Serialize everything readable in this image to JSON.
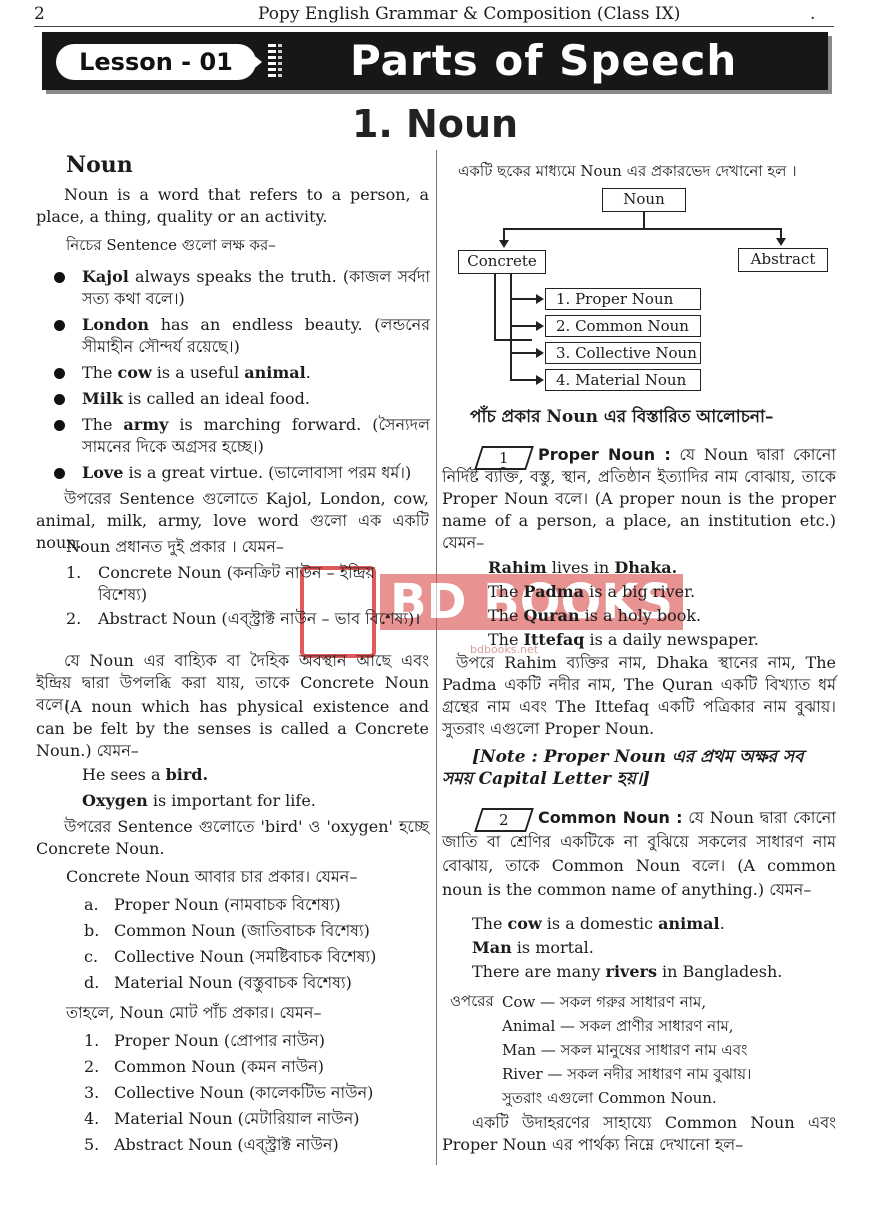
{
  "header": {
    "page_number": "2",
    "book_title": "Popy English Grammar & Composition (Class IX)",
    "dot": "."
  },
  "banner": {
    "lesson": "Lesson - 01",
    "title": "Parts of Speech"
  },
  "chapter_title": "1. Noun",
  "left": {
    "heading": "Noun",
    "definition": "Noun is a word that refers to a person, a place, a thing, quality or an activity.",
    "observe": "নিচের Sentence গুলো লক্ষ কর–",
    "bullets": [
      {
        "bold": "Kajol",
        "rest": " always speaks the truth. (কাজল সর্বদা সত্য কথা বলে।)"
      },
      {
        "bold": "London",
        "rest": " has an endless beauty. (লন্ডনের সীমাহীন সৌন্দর্য রয়েছে।)"
      },
      {
        "pre": "The ",
        "bold": "cow",
        "mid": " is a useful ",
        "bold2": "animal",
        "rest": "."
      },
      {
        "bold": "Milk",
        "rest": " is called an ideal food."
      },
      {
        "pre": "The ",
        "bold": "army",
        "rest": " is marching forward. (সৈন্যদল সামনের দিকে অগ্রসর হচ্ছে।)"
      },
      {
        "bold": "Love",
        "rest": " is a great virtue. (ভালোবাসা পরম ধর্ম।)"
      }
    ],
    "summary": "উপরের Sentence গুলোতে Kajol, London, cow, animal, milk, army, love word গুলো এক একটি noun.",
    "two_types": "Noun প্রধানত দুই প্রকার । যেমন–",
    "types": [
      {
        "num": "1.",
        "text": "Concrete Noun (কনক্রিট নাউন – ইন্দ্রিয় বিশেষ্য)"
      },
      {
        "num": "2.",
        "text": "Abstract Noun (এব্স্ট্রাক্ট নাউন – ভাব বিশেষ্য)।"
      }
    ],
    "concrete_bn": "যে Noun এর বাহ্যিক বা দৈহিক অবস্থান আছে এবং ইন্দ্রিয় দ্বারা উপলব্ধি করা যায়, তাকে Concrete Noun বলে।",
    "concrete_en": "(A noun which has physical existence and can be felt by the senses is called a Concrete Noun.) যেমন–",
    "ex1_pre": "He sees a ",
    "ex1_bold": "bird.",
    "ex2_bold": "Oxygen",
    "ex2_rest": " is important for life.",
    "ex_summary": "উপরের Sentence গুলোতে 'bird' ও 'oxygen' হচ্ছে Concrete Noun.",
    "four_types": "Concrete Noun আবার চার প্রকার। যেমন–",
    "concrete_types": [
      {
        "num": "a.",
        "text": "Proper Noun (নামবাচক বিশেষ্য)"
      },
      {
        "num": "b.",
        "text": "Common Noun (জাতিবাচক বিশেষ্য)"
      },
      {
        "num": "c.",
        "text": "Collective Noun (সমষ্টিবাচক বিশেষ্য)"
      },
      {
        "num": "d.",
        "text": "Material Noun (বস্তুবাচক বিশেষ্য)"
      }
    ],
    "five_types": "তাহলে, Noun মোট পাঁচ প্রকার। যেমন–",
    "all_types": [
      {
        "num": "1.",
        "text": "Proper Noun (প্রোপার নাউন)"
      },
      {
        "num": "2.",
        "text": "Common Noun (কমন নাউন)"
      },
      {
        "num": "3.",
        "text": "Collective Noun (কালেকটিভ নাউন)"
      },
      {
        "num": "4.",
        "text": "Material Noun (মেটারিয়াল নাউন)"
      },
      {
        "num": "5.",
        "text": "Abstract Noun (এব্স্ট্রাক্ট নাউন)"
      }
    ]
  },
  "right": {
    "tree_intro": "একটি ছকের মাধ্যমে Noun এর প্রকারভেদ দেখানো হল ।",
    "tree": {
      "root": "Noun",
      "left": "Concrete",
      "right": "Abstract",
      "leaves": [
        "1. Proper Noun",
        "2. Common Noun",
        "3. Collective Noun",
        "4. Material Noun"
      ]
    },
    "discussion_heading": "পাঁচ প্রকার Noun এর বিস্তারিত আলোচনা–",
    "proper": {
      "badge": "1",
      "title": "Proper Noun :",
      "text": " যে Noun দ্বারা কোনো নির্দিষ্ট ব্যক্তি, বস্তু, স্থান, প্রতিষ্ঠান ইত্যাদির নাম বোঝায়, তাকে Proper Noun বলে। (A proper noun is the proper name of a person, a place, an institution etc.) যেমন–",
      "examples": [
        {
          "bold": "Rahim",
          "mid": " lives in ",
          "bold2": "Dhaka."
        },
        {
          "pre": "The ",
          "bold": "Padma",
          "mid": " is a big river."
        },
        {
          "pre": "The ",
          "bold": "Quran",
          "mid": " is a holy book."
        },
        {
          "pre": "The ",
          "bold": "Ittefaq",
          "mid": " is a daily newspaper."
        }
      ],
      "summary": "উপরে Rahim ব্যক্তির নাম, Dhaka স্থানের নাম, The Padma একটি নদীর নাম, The Quran একটি বিখ্যাত ধর্ম গ্রন্থের নাম এবং The Ittefaq একটি পত্রিকার নাম বুঝায়। সুতরাং এগুলো Proper Noun.",
      "note": "[Note : Proper Noun এর প্রথম অক্ষর সব সময় Capital Letter হয়।]"
    },
    "common": {
      "badge": "2",
      "title": "Common Noun :",
      "text": " যে Noun দ্বারা কোনো জাতি বা শ্রেণির একটিকে না বুঝিয়ে সকলের সাধারণ নাম বোঝায়, তাকে Common Noun বলে। (A common noun is the common name of anything.) যেমন–",
      "examples": [
        {
          "pre": "The ",
          "bold": "cow",
          "mid": " is a domestic ",
          "bold2": "animal",
          "rest": "."
        },
        {
          "bold": "Man",
          "mid": " is mortal."
        },
        {
          "pre": "There are many ",
          "bold": "rivers",
          "mid": " in Bangladesh."
        }
      ],
      "above": "ওপরের",
      "meanings": [
        "Cow — সকল গরুর সাধারণ নাম,",
        "Animal — সকল প্রাণীর সাধারণ নাম,",
        "Man — সকল মানুষের সাধারণ নাম এবং",
        "River — সকল নদীর সাধারণ নাম বুঝায়।",
        "সুতরাং এগুলো Common Noun."
      ],
      "closing": "একটি উদাহরণের সাহায্যে Common Noun এবং Proper Noun এর পার্থক্য নিম্নে দেখানো হল–"
    }
  },
  "watermark": {
    "text": "BD BOOKS",
    "url": "bdbooks.net"
  }
}
